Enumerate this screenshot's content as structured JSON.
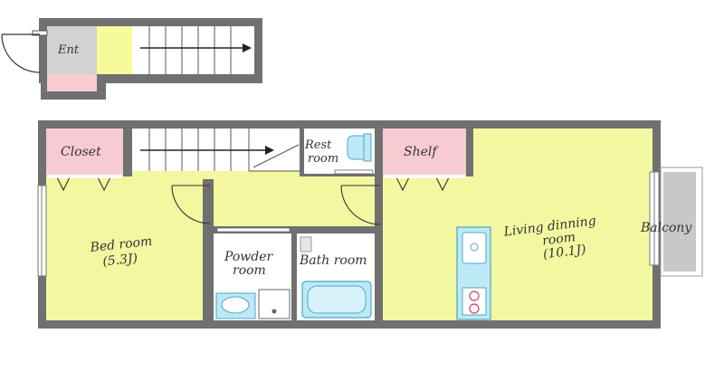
{
  "rooms": {
    "ent": "Ent",
    "closet": "Closet",
    "rest_line1": "Rest",
    "rest_line2": "room",
    "shelf": "Shelf",
    "bed_line1": "Bed room",
    "bed_line2": "(5.3J)",
    "powder_line1": "Powder",
    "powder_line2": "room",
    "bath": "Bath room",
    "living_line1": "Living dinning",
    "living_line2": "room",
    "living_line3": "(10.1J)",
    "balcony": "Balcony"
  },
  "colors": {
    "wall": "#707070",
    "yellow": "#f2f7a0",
    "pink": "#f7cbd2",
    "lightyellow": "#f6fa9a",
    "grey": "#c8c8c8",
    "blue": "#bfe8f6",
    "fixture": "#4aa8c8"
  }
}
